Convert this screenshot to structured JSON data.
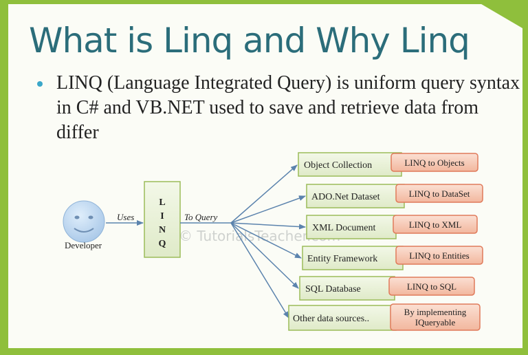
{
  "slide": {
    "title": "What is Linq and Why Linq",
    "bullet_text": "LINQ (Language Integrated Query) is uniform query syntax in C# and VB.NET used to save and retrieve data from differ"
  },
  "diagram": {
    "developer_label": "Developer",
    "uses_label": "Uses",
    "linq_letters": [
      "L",
      "I",
      "N",
      "Q"
    ],
    "to_query_label": "To Query",
    "watermark": "© TutorialsTeacher.com",
    "targets": [
      {
        "source": "Object Collection",
        "provider": "LINQ to Objects"
      },
      {
        "source": "ADO.Net Dataset",
        "provider": "LINQ to DataSet"
      },
      {
        "source": "XML Document",
        "provider": "LINQ to XML"
      },
      {
        "source": "Entity Framework",
        "provider": "LINQ to Entities"
      },
      {
        "source": "SQL Database",
        "provider": "LINQ to SQL"
      },
      {
        "source": "Other data sources..",
        "provider_lines": [
          "By implementing",
          "IQueryable"
        ]
      }
    ]
  },
  "colors": {
    "background_green": "#8fbf3c",
    "title_teal": "#2b6d7a",
    "source_box_fill": "#e6f0d2",
    "source_box_border": "#9bbb59",
    "provider_fill": "#f6c9b4",
    "provider_border": "#e07a5a",
    "arrow": "#5b83ad",
    "face": "#b7d3ef"
  }
}
